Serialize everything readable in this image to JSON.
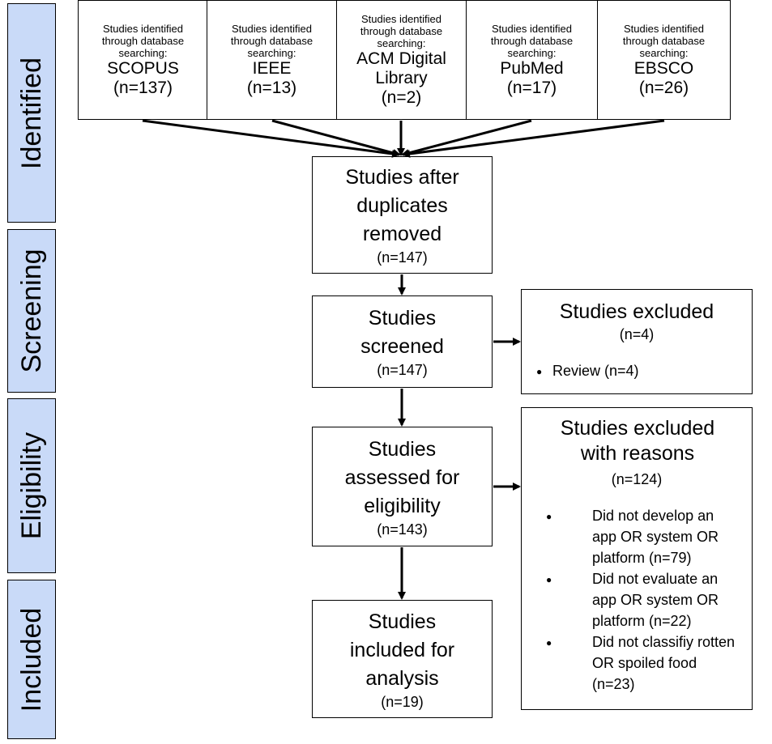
{
  "phases": [
    "Identified",
    "Screening",
    "Eligibility",
    "Included"
  ],
  "sources": [
    {
      "prefix": "Studies identified through database searching:",
      "name": "SCOPUS",
      "count": "(n=137)"
    },
    {
      "prefix": "Studies identified through database searching:",
      "name": "IEEE",
      "count": "(n=13)"
    },
    {
      "prefix": "Studies identified through database searching:",
      "name": "ACM Digital Library",
      "count": "(n=2)"
    },
    {
      "prefix": "Studies identified through database searching:",
      "name": "PubMed",
      "count": "(n=17)"
    },
    {
      "prefix": "Studies identified through database searching:",
      "name": "EBSCO",
      "count": "(n=26)"
    }
  ],
  "flow": {
    "duplicates_removed": {
      "label": "Studies after duplicates removed",
      "count": "(n=147)"
    },
    "screened": {
      "label": "Studies screened",
      "count": "(n=147)"
    },
    "assessed": {
      "label": "Studies assessed for eligibility",
      "count": "(n=143)"
    },
    "included": {
      "label": "Studies included for analysis",
      "count": "(n=19)"
    }
  },
  "excluded_screening": {
    "title": "Studies excluded",
    "count": "(n=4)",
    "reasons": [
      "Review (n=4)"
    ]
  },
  "excluded_eligibility": {
    "title": "Studies excluded with reasons",
    "count": "(n=124)",
    "reasons": [
      "Did not develop an app OR system OR platform (n=79)",
      "Did not evaluate an app OR system OR platform (n=22)",
      "Did not classifiy rotten OR spoiled food (n=23)"
    ]
  }
}
